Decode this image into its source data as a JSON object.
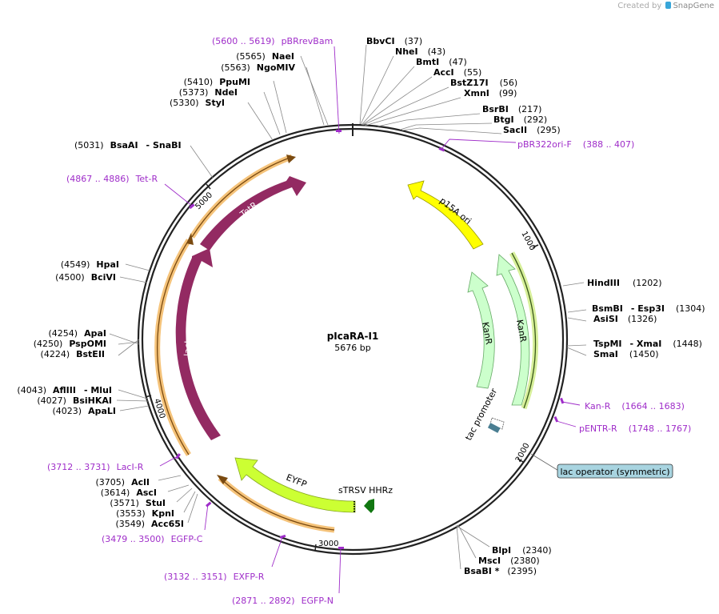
{
  "credit": {
    "prefix": "Created by",
    "brand": "SnapGene"
  },
  "plasmid": {
    "name": "pIcaRA-I1",
    "length_label": "5676 bp",
    "length": 5676
  },
  "ticks": [
    {
      "bp": 1000,
      "label": "1000"
    },
    {
      "bp": 2000,
      "label": "2000"
    },
    {
      "bp": 3000,
      "label": "3000"
    },
    {
      "bp": 4000,
      "label": "4000"
    },
    {
      "bp": 5000,
      "label": "5000"
    }
  ],
  "colors": {
    "backbone": "#222222",
    "tetR": "#932a62",
    "lacI": "#932a62",
    "p15A_ori": "#ffff00",
    "kanR": "#ccffcc",
    "eyfp": "#ccff33",
    "ribozyme": "#117711",
    "primer": "#9f2dc9",
    "operator": "#a8d4e0",
    "orange": "#f5b45c"
  },
  "enzymes": [
    {
      "name": "BbvCI",
      "pos": "(37)"
    },
    {
      "name": "NheI",
      "pos": "(43)"
    },
    {
      "name": "BmtI",
      "pos": "(47)"
    },
    {
      "name": "AccI",
      "pos": "(55)"
    },
    {
      "name": "BstZ17I",
      "pos": "(56)"
    },
    {
      "name": "XmnI",
      "pos": "(99)"
    },
    {
      "name": "BsrBI",
      "pos": "(217)"
    },
    {
      "name": "BtgI",
      "pos": "(292)"
    },
    {
      "name": "SacII",
      "pos": "(295)"
    },
    {
      "name": "HindIII",
      "pos": "(1202)"
    },
    {
      "name": "BsmBI",
      "pos": "(1304)",
      "extra": "- Esp3I"
    },
    {
      "name": "AsiSI",
      "pos": "(1326)"
    },
    {
      "name": "TspMI",
      "pos": "(1448)",
      "extra": "- XmaI"
    },
    {
      "name": "SmaI",
      "pos": "(1450)"
    },
    {
      "name": "BlpI",
      "pos": "(2340)"
    },
    {
      "name": "MscI",
      "pos": "(2380)"
    },
    {
      "name": "BsaBI *",
      "pos": "(2395)"
    },
    {
      "name": "Acc65I",
      "pos": "(3549)"
    },
    {
      "name": "KpnI",
      "pos": "(3553)"
    },
    {
      "name": "StuI",
      "pos": "(3571)"
    },
    {
      "name": "AscI",
      "pos": "(3614)"
    },
    {
      "name": "AclI",
      "pos": "(3705)"
    },
    {
      "name": "ApaLI",
      "pos": "(4023)"
    },
    {
      "name": "BsiHKAI",
      "pos": "(4027)"
    },
    {
      "name": "AflIII",
      "pos": "(4043)",
      "extra": "- MluI"
    },
    {
      "name": "BstEII",
      "pos": "(4224)"
    },
    {
      "name": "PspOMI",
      "pos": "(4250)"
    },
    {
      "name": "ApaI",
      "pos": "(4254)"
    },
    {
      "name": "BciVI",
      "pos": "(4500)"
    },
    {
      "name": "HpaI",
      "pos": "(4549)"
    },
    {
      "name": "BsaAI",
      "pos": "(5031)",
      "extra": "- SnaBI"
    },
    {
      "name": "StyI",
      "pos": "(5330)"
    },
    {
      "name": "NdeI",
      "pos": "(5373)"
    },
    {
      "name": "PpuMI",
      "pos": "(5410)"
    },
    {
      "name": "NgoMIV",
      "pos": "(5563)"
    },
    {
      "name": "NaeI",
      "pos": "(5565)"
    }
  ],
  "primers": [
    {
      "name": "pBRrevBam",
      "range": "(5600 .. 5619)"
    },
    {
      "name": "pBR322ori-F",
      "range": "(388 .. 407)"
    },
    {
      "name": "Tet-R",
      "range": "(4867 .. 4886)"
    },
    {
      "name": "Kan-R",
      "range": "(1664 .. 1683)"
    },
    {
      "name": "pENTR-R",
      "range": "(1748 .. 1767)"
    },
    {
      "name": "LacI-R",
      "range": "(3712 .. 3731)"
    },
    {
      "name": "EGFP-C",
      "range": "(3479 .. 3500)"
    },
    {
      "name": "EXFP-R",
      "range": "(3132 .. 3151)"
    },
    {
      "name": "EGFP-N",
      "range": "(2871 .. 2892)"
    }
  ],
  "features": [
    {
      "name": "p15A ori"
    },
    {
      "name": "KanR"
    },
    {
      "name": "KanR"
    },
    {
      "name": "tac promoter"
    },
    {
      "name": "sTRSV HHRz"
    },
    {
      "name": "EYFP"
    },
    {
      "name": "lacI"
    },
    {
      "name": "TetR"
    },
    {
      "name": "lac operator (symmetric)"
    }
  ]
}
